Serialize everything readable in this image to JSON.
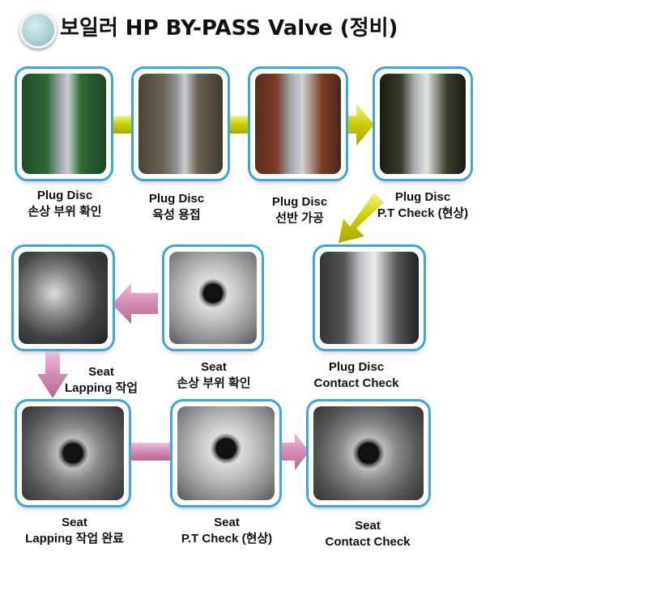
{
  "title": "보일러 HP BY-PASS Valve (정비)",
  "steps": [
    {
      "line1": "Plug Disc",
      "line2": "손상 부위 확인"
    },
    {
      "line1": "Plug Disc",
      "line2": "육성 용접"
    },
    {
      "line1": "Plug Disc",
      "line2": "선반 가공"
    },
    {
      "line1": "Plug Disc",
      "line2": "P.T Check (현상)"
    },
    {
      "line1": "Plug Disc",
      "line2": "Contact  Check"
    },
    {
      "line1": "Seat",
      "line2": "손상 부위 확인"
    },
    {
      "line1": "Seat",
      "line2": "Lapping 작업"
    },
    {
      "line1": "Seat",
      "line2": "Lapping 작업 완료"
    },
    {
      "line1": "Seat",
      "line2": "P.T Check (현상)"
    },
    {
      "line1": "Seat",
      "line2": "Contact Check"
    }
  ],
  "colors": {
    "frame": "#3ea7d8",
    "arrow_yellow": "#d4d400",
    "arrow_pink": "#d38bb4"
  }
}
